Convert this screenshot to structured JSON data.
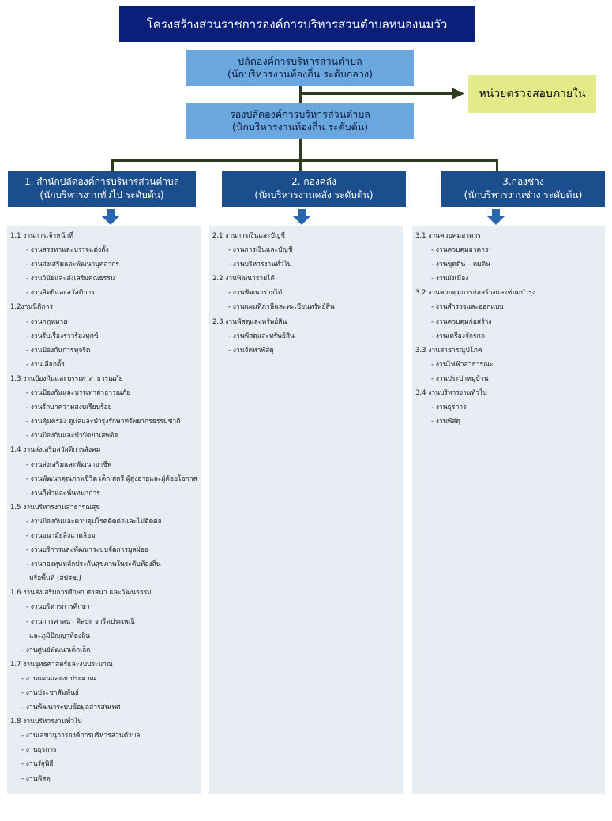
{
  "title": "โครงสร้างส่วนราชการองค์การบริหารส่วนตำบลหนองนมวัว",
  "mayor": {
    "line1": "ปลัดองค์การบริหารส่วนตำบล",
    "line2": "(นักบริหารงานท้องถิ่น ระดับกลาง)"
  },
  "deputy": {
    "line1": "รองปลัดองค์การบริหารส่วนตำบล",
    "line2": "(นักบริหารงานท้องถิ่น ระดับต้น)"
  },
  "audit": "หน่วยตรวจสอบภายใน",
  "divisions": [
    {
      "line1": "1. สำนักปลัดองค์การบริหารส่วนตำบล",
      "line2": "(นักบริหารงานทั่วไป ระดับต้น)"
    },
    {
      "line1": "2. กองคลัง",
      "line2": "(นักบริหารงานคลัง ระดับต้น)"
    },
    {
      "line1": "3.กองช่าง",
      "line2": "(นักบริหารงานช่าง ระดับต้น)"
    }
  ],
  "panel1": [
    {
      "t": "1.1 งานการเจ้าหน้าที่",
      "l": 0
    },
    {
      "t": "- งานสรรหาและบรรจุแต่งตั้ง",
      "l": 2
    },
    {
      "t": "- งานส่งเสริมและพัฒนาบุคลากร",
      "l": 2
    },
    {
      "t": "- งานวินัยและส่งเสริมคุณธรรม",
      "l": 2
    },
    {
      "t": "- งานสิทธิและสวัสดิการ",
      "l": 2
    },
    {
      "t": "1.2งานนิติการ",
      "l": 0
    },
    {
      "t": "- งานกฎหมาย",
      "l": 2
    },
    {
      "t": "- งานรับเรื่องราวร้องทุกข์",
      "l": 2
    },
    {
      "t": "- งานป้องกันการทุจริต",
      "l": 2
    },
    {
      "t": "- งานเลือกตั้ง",
      "l": 2
    },
    {
      "t": "1.3 งานป้องกันและบรรเทาสาธารณภัย",
      "l": 0
    },
    {
      "t": "- งานป้องกันและบรรเทาสาธารณภัย",
      "l": 2
    },
    {
      "t": "- งานรักษาความสงบเรียบร้อย",
      "l": 2
    },
    {
      "t": "- งานคุ้มครอง ดูแลและบำรุงรักษาทรัพยากรธรรมชาติ",
      "l": 2
    },
    {
      "t": "- งานป้องกันและบำบัดยาเสพติด",
      "l": 2
    },
    {
      "t": "1.4 งานส่งเสริมสวัสดิการสังคม",
      "l": 0
    },
    {
      "t": "- งานส่งเสริมและพัฒนาอาชีพ",
      "l": 2
    },
    {
      "t": "- งานพัฒนาคุณภาพชีวิต เด็ก สตรี ผู้สูงอายุและผู้ด้อยโอกาส",
      "l": 2
    },
    {
      "t": "- งานกีฬาและนันทนาการ",
      "l": 2
    },
    {
      "t": "1.5 งานบริหารงานสาธารณสุข",
      "l": 0
    },
    {
      "t": "- งานป้องกันและควบคุมโรคติดต่อและไม่ติดต่อ",
      "l": 2
    },
    {
      "t": "- งานอนามัยสิ่งแวดล้อม",
      "l": 2
    },
    {
      "t": "- งานบริการและพัฒนาระบบจัดการมูลฝอย",
      "l": 2
    },
    {
      "t": "- งานกองทุนหลักประกันสุขภาพในระดับท้องถิ่น",
      "l": 2
    },
    {
      "t": "หรือพื้นที่ (สปสช.)",
      "l": 3
    },
    {
      "t": "1.6 งานส่งเสริมการศึกษา ศาสนา และวัฒนธรรม",
      "l": 0
    },
    {
      "t": "- งานบริหารการศึกษา",
      "l": 2
    },
    {
      "t": "- งานการศาสนา ศิลปะ จารีตประเพณี",
      "l": 2
    },
    {
      "t": "และภูมิปัญญาท้องถิ่น",
      "l": 3
    },
    {
      "t": "- งานศูนย์พัฒนาเด็กเล็ก",
      "l": 1
    },
    {
      "t": "1.7 งานยุทธศาสตร์และงบประมาณ",
      "l": 0
    },
    {
      "t": "- งานแผนและงบประมาณ",
      "l": 1
    },
    {
      "t": "- งานประชาสัมพันธ์",
      "l": 1
    },
    {
      "t": "- งานพัฒนาระบบข้อมูลสารสนเทศ",
      "l": 1
    },
    {
      "t": "1.8 งานบริหารงานทั่วไป",
      "l": 0
    },
    {
      "t": "- งานเลขานุการองค์การบริหารส่วนตำบล",
      "l": 1
    },
    {
      "t": "- งานธุรการ",
      "l": 1
    },
    {
      "t": "- งานรัฐพิธี",
      "l": 1
    },
    {
      "t": "- งานพัสดุ",
      "l": 1
    }
  ],
  "panel2": [
    {
      "t": "2.1 งานการเงินและบัญชี",
      "l": 0
    },
    {
      "t": "- งานการเงินและบัญชี",
      "l": 2
    },
    {
      "t": "- งานบริหารงานทั่วไป",
      "l": 2
    },
    {
      "t": "2.2 งานพัฒนารายได้",
      "l": 0
    },
    {
      "t": "- งานพัฒนารายได้",
      "l": 2
    },
    {
      "t": "- งานแผนที่ภาษีและทะเบียนทรัพย์สิน",
      "l": 2
    },
    {
      "t": "2.3 งานพัสดุและทรัพย์สิน",
      "l": 0
    },
    {
      "t": "- งานพัสดุและทรัพย์สิน",
      "l": 2
    },
    {
      "t": "- งานจัดหาพัสดุ",
      "l": 2
    }
  ],
  "panel3": [
    {
      "t": "3.1 งานควบคุมอาคาร",
      "l": 0
    },
    {
      "t": "- งานควบคุมอาคาร",
      "l": 2
    },
    {
      "t": "- งานขุดดิน – ถมดิน",
      "l": 2
    },
    {
      "t": "- งานผังเมือง",
      "l": 2
    },
    {
      "t": "3.2 งานควบคุมการก่อสร้างและซ่อมบำรุง",
      "l": 0
    },
    {
      "t": "- งานสำรวจและออกแบบ",
      "l": 2
    },
    {
      "t": "- งานควบคุมก่อสร้าง",
      "l": 2
    },
    {
      "t": "- งานเครื่องจักรกล",
      "l": 2
    },
    {
      "t": "3.3 งานสาธารณูปโภค",
      "l": 0
    },
    {
      "t": "- งานไฟฟ้าสาธารณะ",
      "l": 2
    },
    {
      "t": "- งานประปาหมู่บ้าน",
      "l": 2
    },
    {
      "t": "3.4 งานบริหารงานทั่วไป",
      "l": 0
    },
    {
      "t": "- งานธุรการ",
      "l": 2
    },
    {
      "t": "- งานพัสดุ",
      "l": 2
    }
  ],
  "colors": {
    "title": "#0a1f7a",
    "light": "#6aa7de",
    "dark": "#1b4e8c",
    "audit": "#e3ea8a",
    "line": "#2f3d1f",
    "panel": "#e8edf4"
  }
}
